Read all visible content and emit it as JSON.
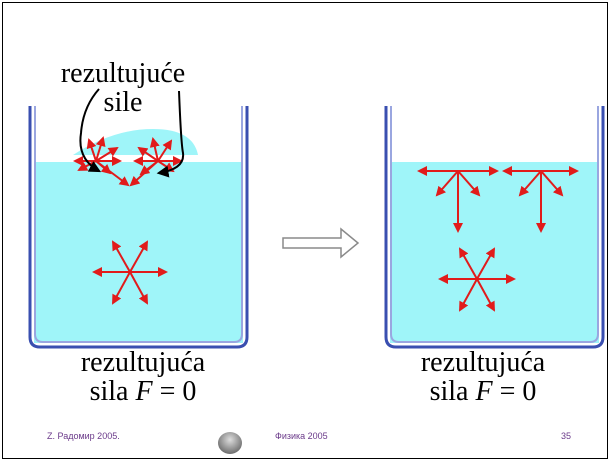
{
  "left_panel": {
    "top_label_line1": "rezultujuće",
    "top_label_line2": "sile",
    "bottom_label_line1": "rezultujuća",
    "bottom_label_line2_prefix": "sila ",
    "bottom_label_line2_var": "F",
    "bottom_label_line2_suffix": " = 0"
  },
  "right_panel": {
    "bottom_label_line1": "rezultujuća",
    "bottom_label_line2_prefix": "sila ",
    "bottom_label_line2_var": "F",
    "bottom_label_line2_suffix": " = 0"
  },
  "footer": {
    "left": "Z. Радомир 2005.",
    "center": "Физика 2005",
    "right": "35"
  },
  "colors": {
    "water": "#9ff5f9",
    "vessel_outer": "#3a4fb0",
    "vessel_inner": "#9aa6e0",
    "arrow": "#e11b1b",
    "transition_arrow": "#8a8a8a"
  },
  "icons": {
    "transition": "hollow-right-arrow-icon",
    "footer_logo": "university-seal-icon"
  }
}
